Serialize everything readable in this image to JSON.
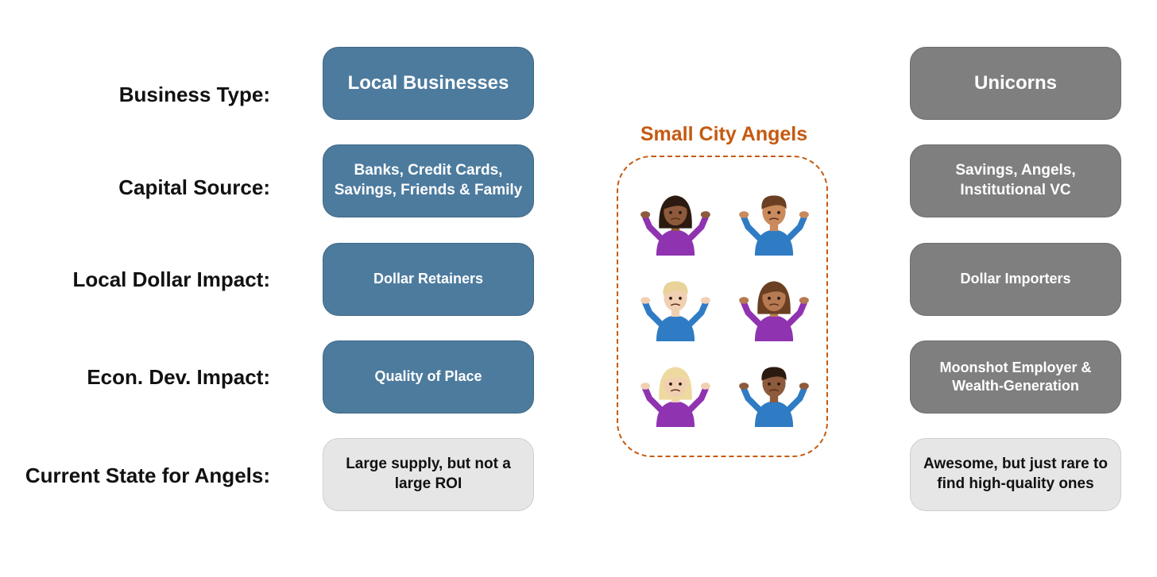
{
  "colors": {
    "blue": "#4d7b9e",
    "gray": "#7f7f7f",
    "light": "#e6e6e6",
    "accent": "#c55a11"
  },
  "rows": [
    {
      "label": "Business Type:",
      "local": "Local Businesses",
      "unicorn": "Unicorns"
    },
    {
      "label": "Capital Source:",
      "local": "Banks, Credit Cards, Savings, Friends & Family",
      "unicorn": "Savings, Angels, Institutional VC"
    },
    {
      "label": "Local Dollar Impact:",
      "local": "Dollar Retainers",
      "unicorn": "Dollar Importers"
    },
    {
      "label": "Econ. Dev. Impact:",
      "local": "Quality of Place",
      "unicorn": "Moonshot Employer & Wealth-Generation"
    },
    {
      "label": "Current State for Angels:",
      "local": "Large supply, but not a large ROI",
      "unicorn": "Awesome, but just rare to find high-quality ones"
    }
  ],
  "angels": {
    "title": "Small City Angels",
    "people": [
      {
        "icon": "woman-shrugging-icon",
        "skin": "#8d5a3b",
        "hair": "#2b1a10",
        "shirt": "#8f33b0",
        "type": "woman"
      },
      {
        "icon": "man-shrugging-icon",
        "skin": "#c98a5c",
        "hair": "#6b3f22",
        "shirt": "#2f7cc4",
        "type": "man"
      },
      {
        "icon": "man-shrugging-icon",
        "skin": "#f1d0b2",
        "hair": "#e9d39a",
        "shirt": "#2f7cc4",
        "type": "man"
      },
      {
        "icon": "woman-shrugging-icon",
        "skin": "#b67a52",
        "hair": "#6b3f22",
        "shirt": "#8f33b0",
        "type": "woman"
      },
      {
        "icon": "woman-shrugging-icon",
        "skin": "#f1d0b2",
        "hair": "#eed9a0",
        "shirt": "#8f33b0",
        "type": "woman"
      },
      {
        "icon": "man-shrugging-icon",
        "skin": "#8d5a3b",
        "hair": "#2b1a10",
        "shirt": "#2f7cc4",
        "type": "man"
      }
    ]
  }
}
